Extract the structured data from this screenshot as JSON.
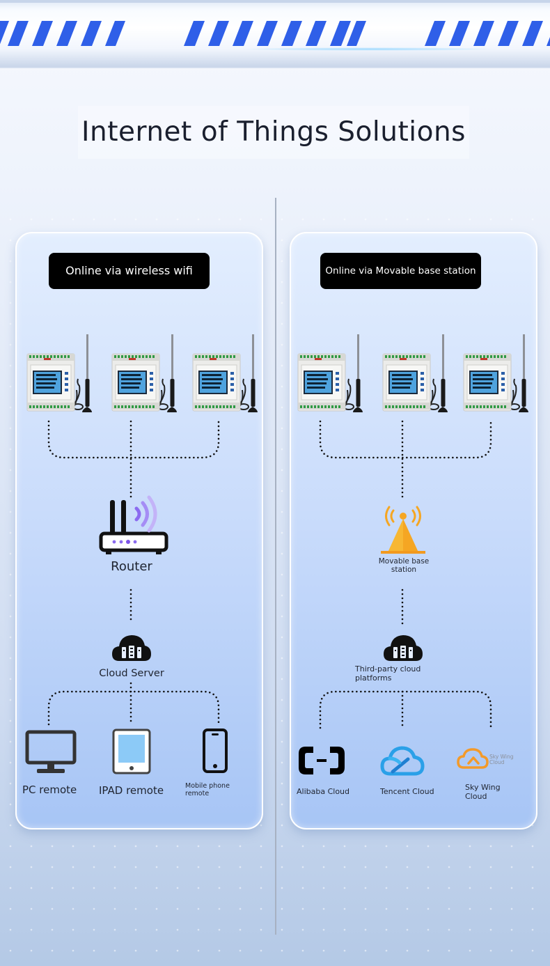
{
  "page": {
    "title": "Internet of Things Solutions"
  },
  "colors": {
    "stripe_blue": "#2f5fe8",
    "pill_bg": "#000000",
    "pill_text": "#ffffff",
    "router_signal": "#8b6bf0",
    "tower_orange": "#f5a623",
    "alibaba": "#000000",
    "tencent": "#2aa0e8",
    "skywing": "#f39a2a"
  },
  "left": {
    "header": "Online via wireless wifi",
    "device_count": 3,
    "hub_icon": "router-icon",
    "hub_label": "Router",
    "cloud_icon": "cloud-server-icon",
    "cloud_label": "Cloud Server",
    "endpoints": [
      {
        "icon": "monitor-icon",
        "label": "PC remote"
      },
      {
        "icon": "tablet-icon",
        "label": "IPAD remote"
      },
      {
        "icon": "smartphone-icon",
        "label": "Mobile phone remote"
      }
    ]
  },
  "right": {
    "header": "Online via Movable base station",
    "device_count": 3,
    "hub_icon": "base-station-tower-icon",
    "hub_label": "Movable base station",
    "cloud_icon": "cloud-platform-icon",
    "cloud_label": "Third-party cloud platforms",
    "endpoints": [
      {
        "icon": "alibaba-cloud-icon",
        "label": "Alibaba Cloud"
      },
      {
        "icon": "tencent-cloud-icon",
        "label": "Tencent Cloud"
      },
      {
        "icon": "sky-wing-cloud-icon",
        "label": "Sky Wing Cloud",
        "logo_text": "Sky Wing Cloud"
      }
    ]
  }
}
